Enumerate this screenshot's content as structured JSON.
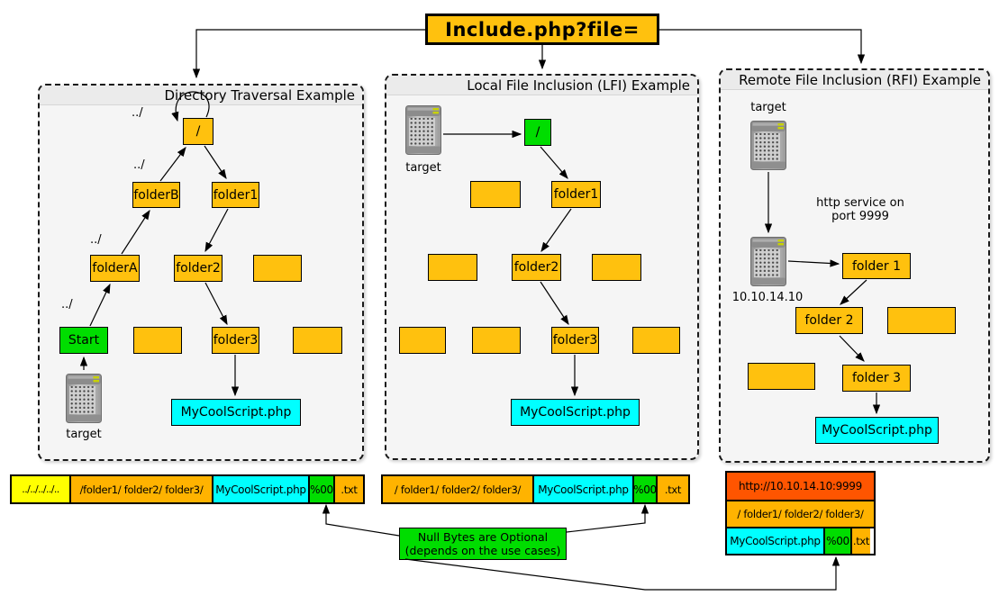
{
  "title": "Include.php?file=",
  "panels": {
    "dt": {
      "title": "Directory Traversal Example",
      "dots": "../",
      "target_label": "target",
      "nodes": {
        "root": "/",
        "folderB": "folderB",
        "folder1": "folder1",
        "folderA": "folderA",
        "folder2": "folder2",
        "start": "Start",
        "folder3": "folder3",
        "script": "MyCoolScript.php"
      }
    },
    "lfi": {
      "title": "Local File Inclusion (LFI) Example",
      "target_label": "target",
      "nodes": {
        "root": "/",
        "folder1": "folder1",
        "folder2": "folder2",
        "folder3": "folder3",
        "script": "MyCoolScript.php"
      }
    },
    "rfi": {
      "title": "Remote File Inclusion (RFI) Example",
      "target_label": "target",
      "http_line1": "http service on",
      "http_line2": "port 9999",
      "ip_label": "10.10.14.10",
      "nodes": {
        "folder1": "folder 1",
        "folder2": "folder 2",
        "folder3": "folder 3",
        "script": "MyCoolScript.php"
      }
    }
  },
  "strips": {
    "dt": {
      "dots": "../../../../..",
      "path": "/folder1/ folder2/ folder3/",
      "script": "MyCoolScript.php",
      "nullbyte": "%00",
      "ext": ".txt"
    },
    "lfi": {
      "path": "/ folder1/ folder2/ folder3/",
      "script": "MyCoolScript.php",
      "nullbyte": "%00",
      "ext": ".txt"
    },
    "rfi": {
      "url": "http://10.10.14.10:9999",
      "path": "/ folder1/ folder2/ folder3/",
      "script": "MyCoolScript.php",
      "nullbyte": "%00",
      "ext": ".txt"
    }
  },
  "note": {
    "line1": "Null Bytes are Optional",
    "line2": "(depends on the use cases)"
  },
  "colors": {
    "gold": "#ffc10e",
    "strip_gold": "#ffb300",
    "yellow": "#ffff00",
    "green": "#00dd00",
    "cyan": "#00ffff",
    "orange_red": "#ff5500",
    "panel_bg": "#f5f5f5",
    "panel_header": "#ebebeb"
  }
}
